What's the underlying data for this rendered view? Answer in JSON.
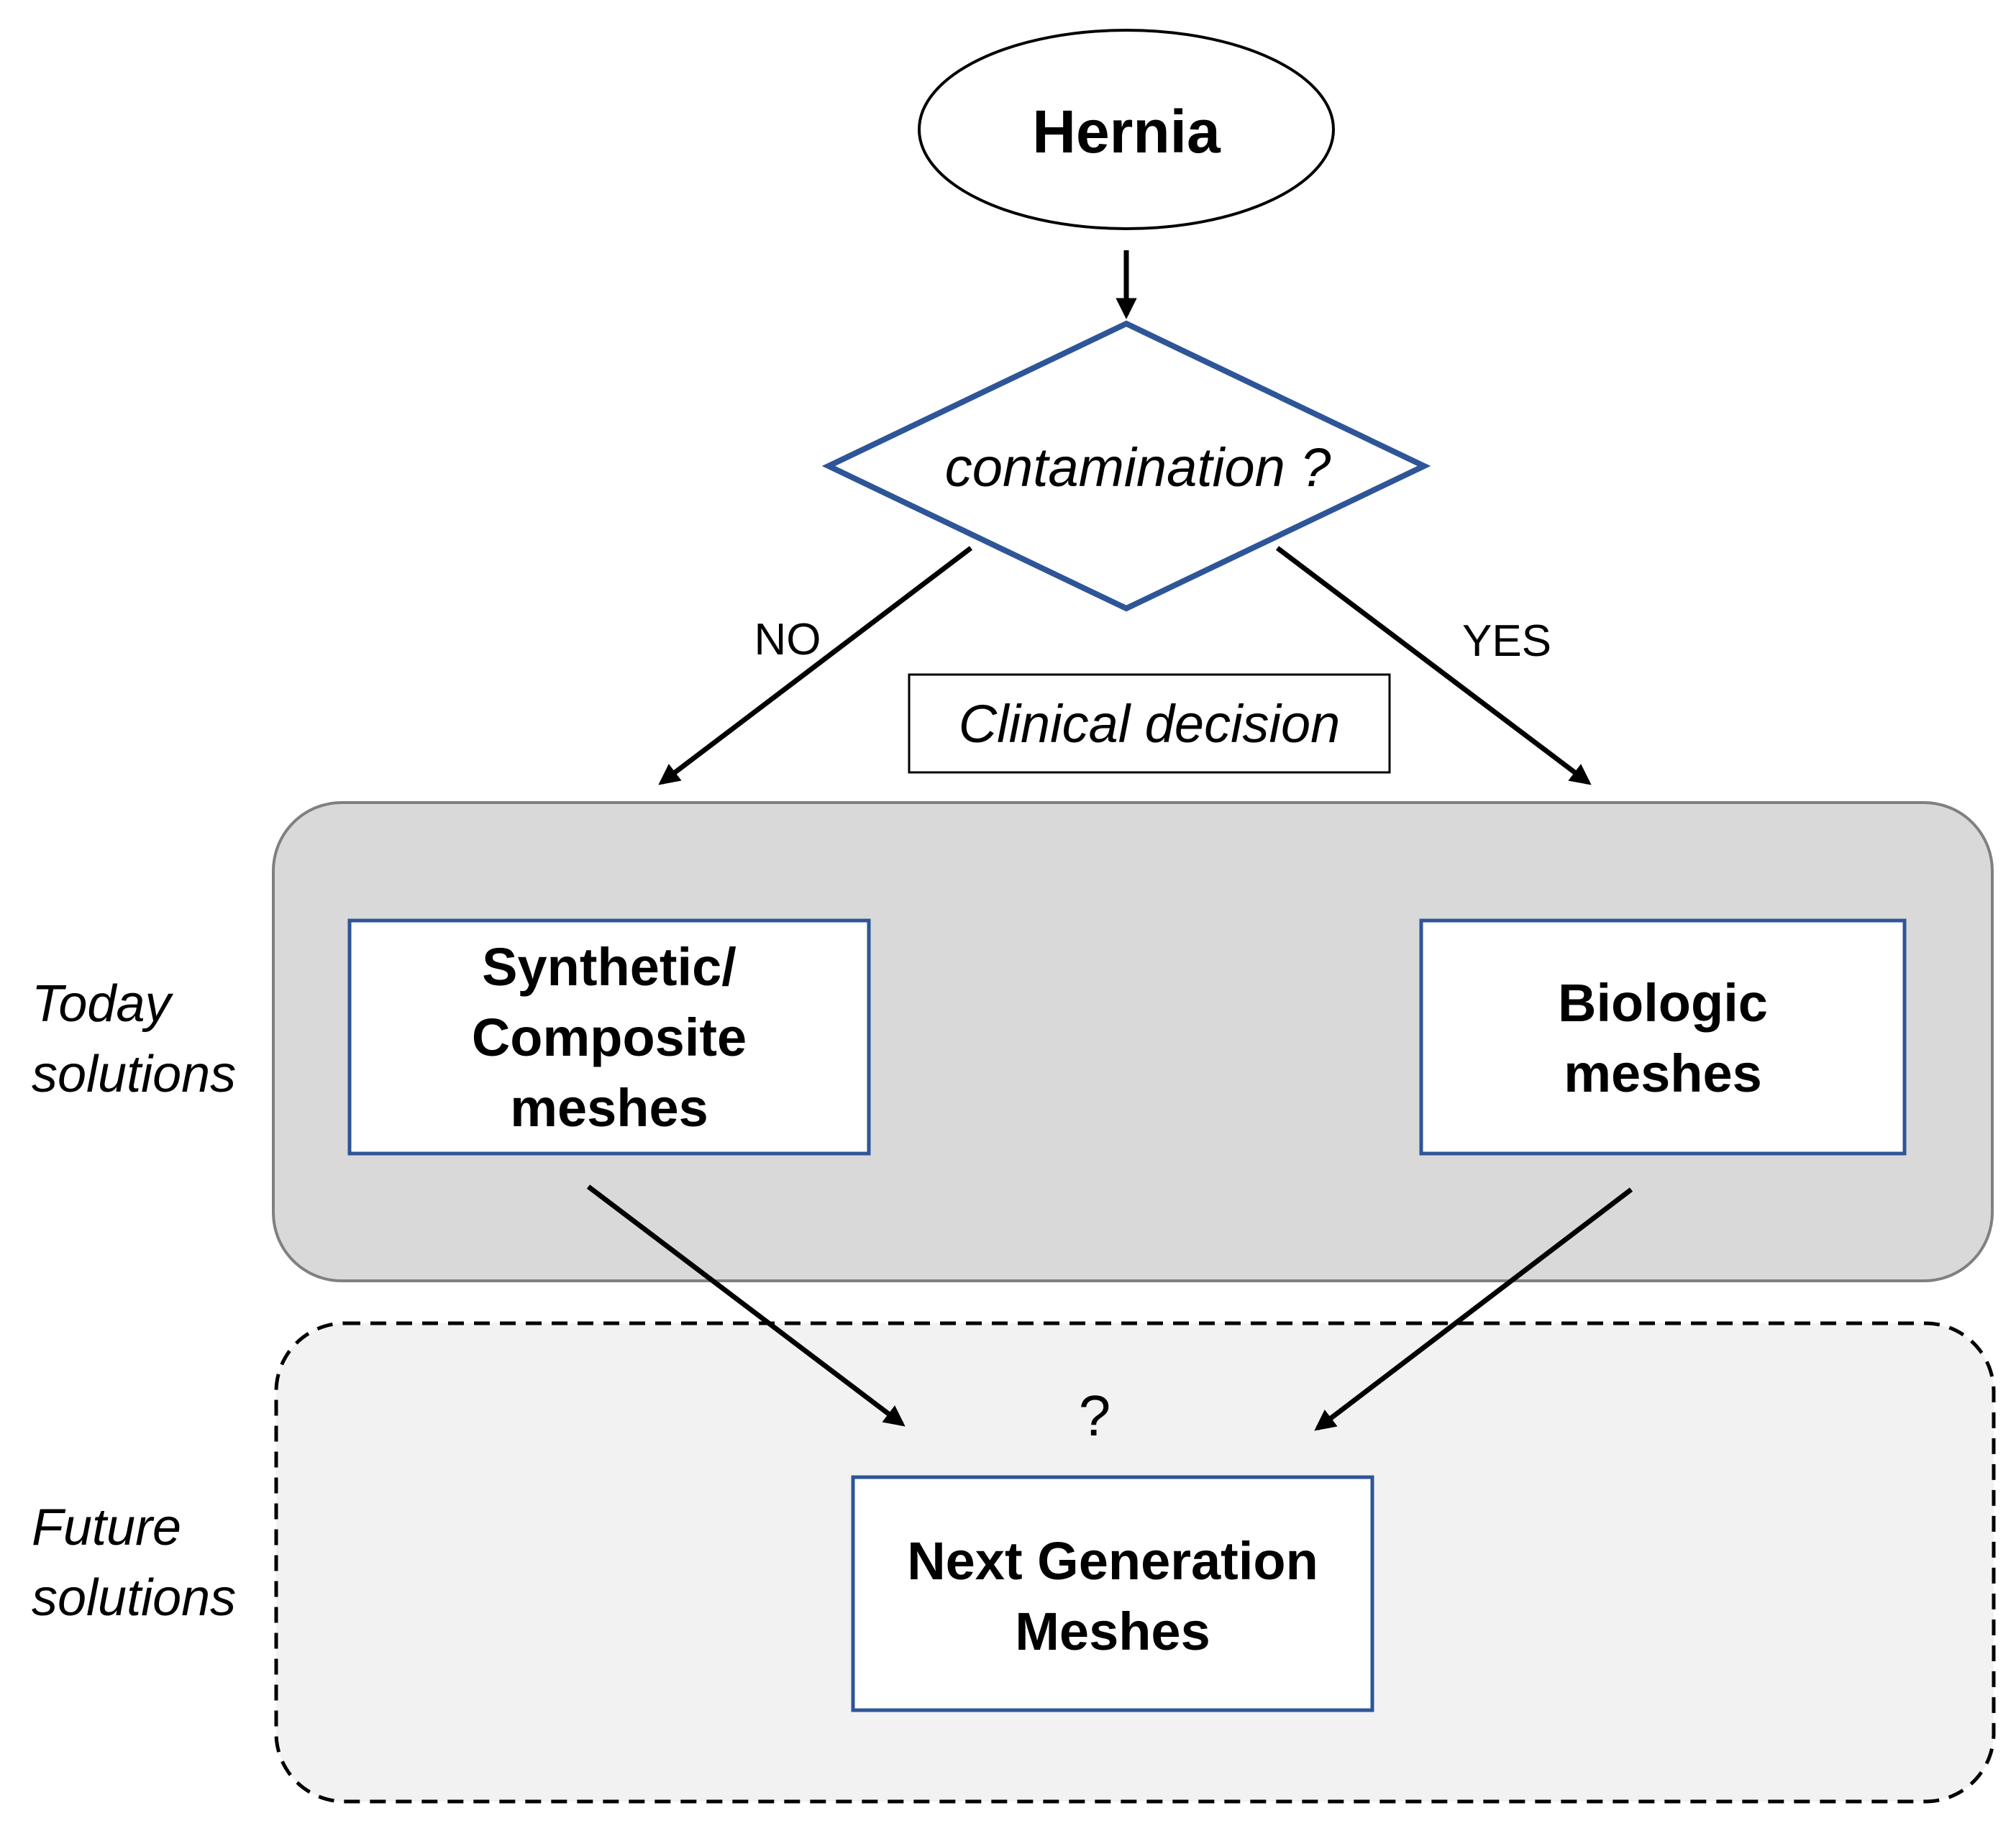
{
  "start": {
    "label": "Hernia"
  },
  "decision": {
    "label": "contamination ?"
  },
  "branches": {
    "no": "NO",
    "yes": "YES"
  },
  "note": {
    "label": "Clinical decision"
  },
  "today": {
    "label_lines": [
      "Today",
      "solutions"
    ],
    "synthetic_lines": [
      "Synthetic/",
      "Composite",
      "meshes"
    ],
    "biologic_lines": [
      "Biologic",
      "meshes"
    ]
  },
  "future": {
    "label_lines": [
      "Future",
      "solutions"
    ],
    "question": "?",
    "next_lines": [
      "Next Generation",
      "Meshes"
    ]
  },
  "colors": {
    "box_border": "#2e5597",
    "today_fill": "#d9d9d9",
    "today_border": "#808080",
    "future_fill": "#f2f2f2",
    "line": "#000000"
  }
}
